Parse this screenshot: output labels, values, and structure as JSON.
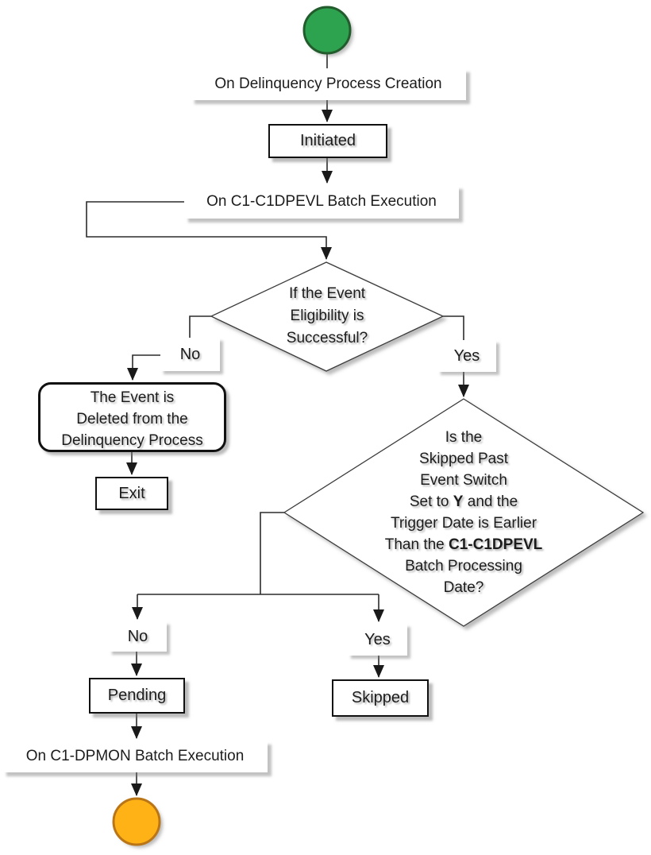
{
  "flowchart": {
    "labels": {
      "process_creation": "On Delinquency Process Creation",
      "dpevl_batch": "On C1-C1DPEVL Batch Execution",
      "dpmon_batch": "On C1-DPMON Batch Execution"
    },
    "states": {
      "initiated": "Initiated",
      "exit": "Exit",
      "pending": "Pending",
      "skipped": "Skipped"
    },
    "action_event_deleted": {
      "l1": "The Event is",
      "l2": "Deleted from the",
      "l3": "Delinquency Process"
    },
    "decision_eligibility": {
      "l1": "If the Event",
      "l2": "Eligibility is",
      "l3": "Successful?"
    },
    "decision_skip_past": {
      "l1": "Is the",
      "l2": "Skipped Past",
      "l3": "Event Switch",
      "l4a": "Set to ",
      "l4b": "Y",
      "l4c": " and the",
      "l5": "Trigger Date is Earlier",
      "l6a": "Than the ",
      "l6b": "C1-C1DPEVL",
      "l7": "Batch Processing",
      "l8": "Date?"
    },
    "branches": {
      "eligibility_no": "No",
      "eligibility_yes": "Yes",
      "skip_no": "No",
      "skip_yes": "Yes"
    },
    "colors": {
      "start_fill": "#2EA350",
      "start_stroke": "#225C2D",
      "end_fill": "#FFB217",
      "end_stroke": "#B97516",
      "line": "#2B2B2B",
      "diamond_stroke": "#3A3A3A"
    }
  }
}
